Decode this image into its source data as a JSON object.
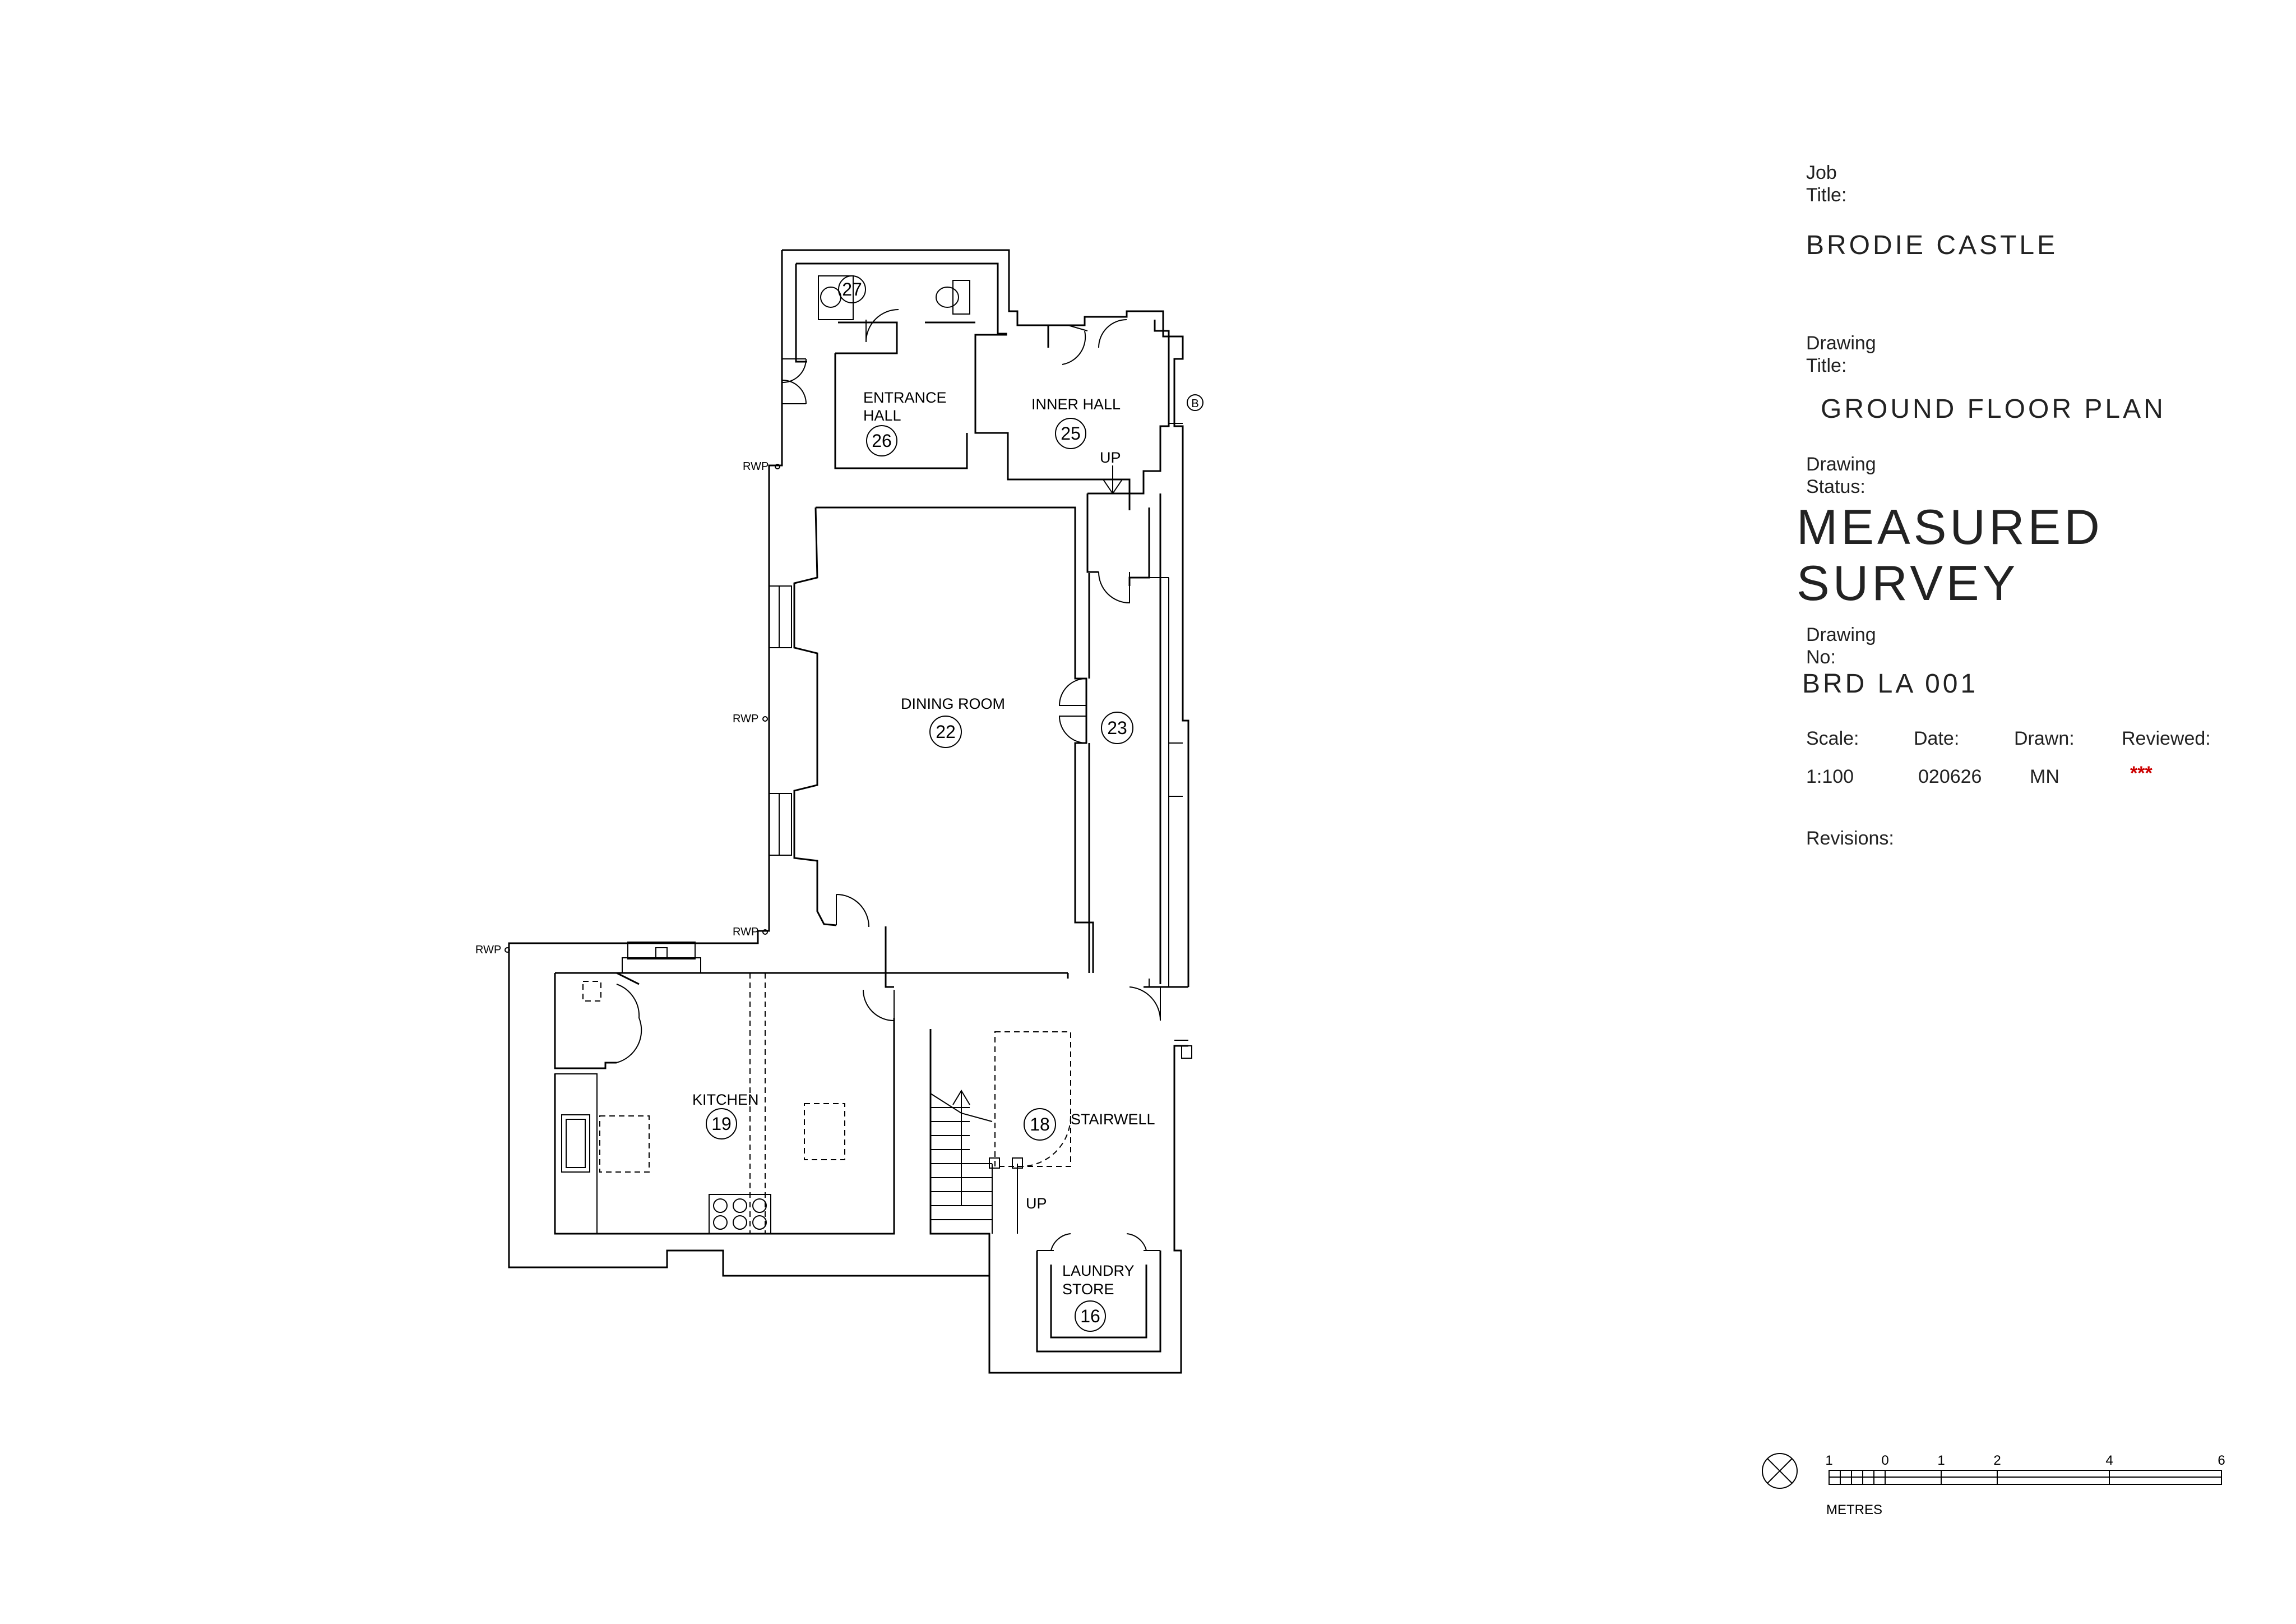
{
  "title_block": {
    "job_title_label": "Job\nTitle:",
    "job_title": "BRODIE CASTLE",
    "drawing_title_label": "Drawing\nTitle:",
    "drawing_title": "GROUND FLOOR PLAN",
    "drawing_status_label": "Drawing\nStatus:",
    "drawing_status_line1": "MEASURED",
    "drawing_status_line2": "SURVEY",
    "drawing_no_label": "Drawing\nNo:",
    "drawing_no": "BRD LA 001",
    "scale_label": "Scale:",
    "scale": "1:100",
    "date_label": "Date:",
    "date": "020626",
    "drawn_label": "Drawn:",
    "drawn": "MN",
    "reviewed_label": "Reviewed:",
    "reviewed": "***",
    "reviewed_color": "#cc0000",
    "revisions_label": "Revisions:"
  },
  "rooms": {
    "r27": "27",
    "entrance_hall_1": "ENTRANCE",
    "entrance_hall_2": "HALL",
    "r26": "26",
    "inner_hall": "INNER HALL",
    "r25": "25",
    "up_top": "UP",
    "dining_room": "DINING ROOM",
    "r22": "22",
    "r23": "23",
    "kitchen": "KITCHEN",
    "r19": "19",
    "r18": "18",
    "stairwell": "STAIRWELL",
    "up_stair": "UP",
    "laundry_1": "LAUNDRY",
    "laundry_2": "STORE",
    "r16": "16",
    "rwp": "RWP",
    "b_marker": "B"
  },
  "scale_bar": {
    "ticks": [
      "1",
      "0",
      "1",
      "2",
      "4",
      "6"
    ],
    "unit": "METRES"
  }
}
